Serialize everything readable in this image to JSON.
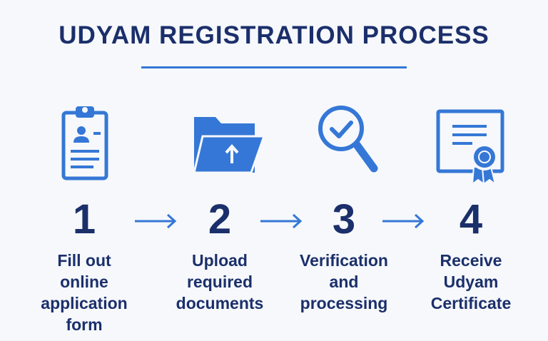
{
  "title": "UDYAM REGISTRATION PROCESS",
  "colors": {
    "primary": "#3577d6",
    "text": "#1b2f6b",
    "background": "#f6f8fb"
  },
  "steps": [
    {
      "number": "1",
      "icon": "clipboard-form-icon",
      "label_lines": [
        "Fill out",
        "online",
        "application",
        "form"
      ]
    },
    {
      "number": "2",
      "icon": "folder-upload-icon",
      "label_lines": [
        "Upload",
        "required",
        "documents"
      ]
    },
    {
      "number": "3",
      "icon": "magnifier-check-icon",
      "label_lines": [
        "Verification",
        "and",
        "processing"
      ]
    },
    {
      "number": "4",
      "icon": "certificate-icon",
      "label_lines": [
        "Receive",
        "Udyam",
        "Certificate"
      ]
    }
  ]
}
